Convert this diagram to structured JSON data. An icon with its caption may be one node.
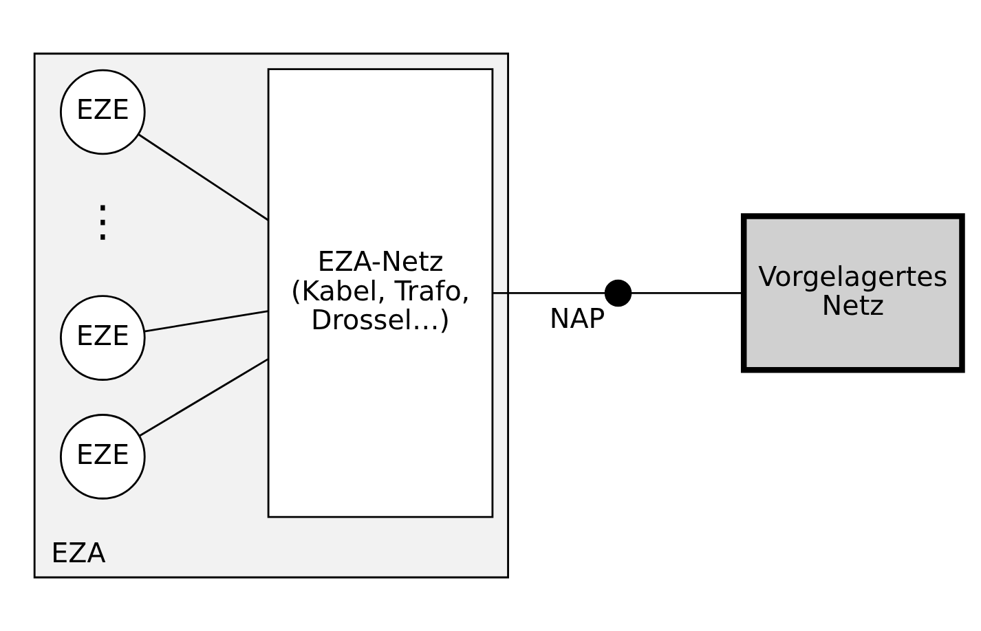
{
  "diagram": {
    "nodes": [
      {
        "text": [
          "EZA"
        ]
      },
      {
        "text": [
          "EZE"
        ],
        "in": 0
      },
      {
        "text": [
          "EZE"
        ],
        "in": 0
      },
      {
        "text": [
          "EZE"
        ],
        "in": 0
      },
      {
        "text": [
          "EZA-Netz (Kabel, Trafo, Drossel…)"
        ],
        "in": 0
      },
      {
        "text": [],
        "shape": "circle",
        "beside": [
          "NAP"
        ]
      },
      {
        "text": [
          "Vorgelagertes Netz"
        ]
      }
    ],
    "edges": [
      {
        "from": 1,
        "to": 4,
        "arrow": "none"
      },
      {
        "from": 2,
        "to": 4,
        "arrow": "none"
      },
      {
        "from": 3,
        "to": 4,
        "arrow": "none"
      },
      {
        "from": 4,
        "to": 5,
        "arrow": "none"
      },
      {
        "from": 5,
        "to": 6,
        "arrow": "none"
      }
    ],
    "labels": [
      "⋮"
    ]
  }
}
